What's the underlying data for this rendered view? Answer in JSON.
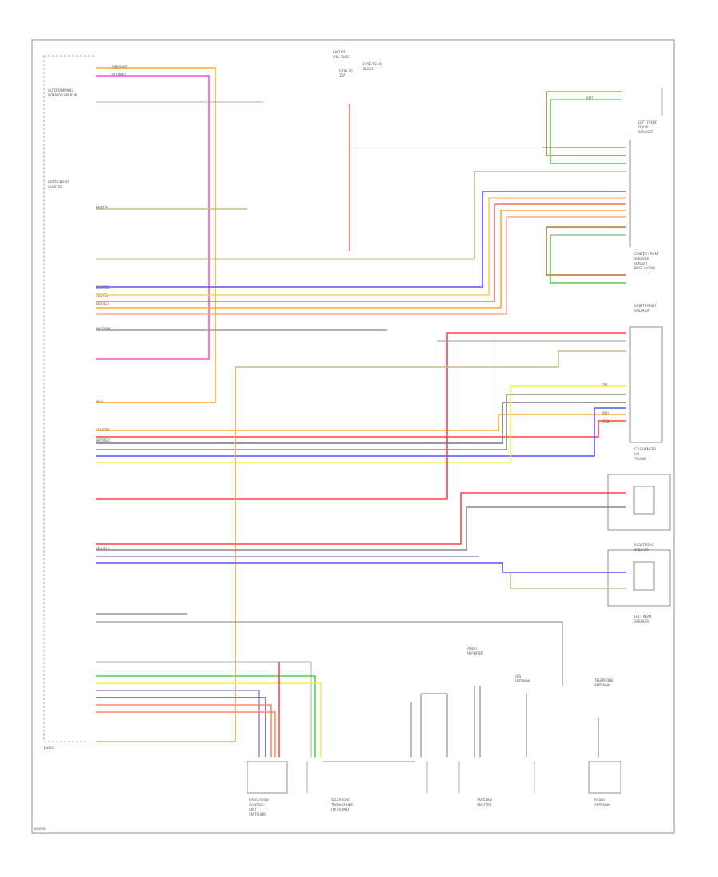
{
  "diagram": {
    "footer_code": "W06/98",
    "components": {
      "instrument_cluster": [
        "INSTRUMENT",
        "CLUSTER"
      ],
      "auto_dim_mirror": [
        "AUTO DIMMING",
        "INTERIOR MIRROR"
      ],
      "instrument_cluster_left": [
        "INSTRUMENT",
        "CLUSTER"
      ],
      "radio": "RADIO",
      "hot_at_all_times": [
        "HOT AT",
        "ALL TIMES"
      ],
      "fuse_block": [
        "FUSE/RELAY",
        "BLOCK"
      ],
      "fuse_ref": [
        "FUSE 20",
        "15A"
      ],
      "left_front_speaker": [
        "LEFT FRONT",
        "DOOR",
        "SPEAKER"
      ],
      "center_front_speaker": [
        "CENTER FRONT",
        "SPEAKER",
        "(EXCEPT",
        "BASE AUDIO)"
      ],
      "right_front_speaker": [
        "RIGHT FRONT",
        "SPEAKER"
      ],
      "cd_changer": [
        "CD CHANGER",
        "(IN",
        "TRUNK)"
      ],
      "right_rear_speaker": [
        "RIGHT REAR",
        "SPEAKER"
      ],
      "left_rear_speaker": [
        "LEFT REAR",
        "SPEAKER"
      ],
      "navigation_control": [
        "NAVIGATION",
        "CONTROL",
        "UNIT",
        "(IN TRUNK)"
      ],
      "telephone_transceiver": [
        "TELEPHONE",
        "TRANSCEIVER",
        "(IN TRUNK)"
      ],
      "antenna_splitter": [
        "ANTENNA",
        "SPLITTER"
      ],
      "radio_antenna": [
        "RADIO",
        "ANTENNA"
      ],
      "radio_amplifier": [
        "RADIO",
        "AMPLIFIER"
      ],
      "gps_antenna": [
        "GPS",
        "ANTENNA"
      ],
      "tel_antenna": [
        "TELEPHONE",
        "ANTENNA"
      ]
    },
    "wire_labels": [
      "BRN/WHT",
      "BLK/WHT",
      "GRN/YEL",
      "BLU/RED",
      "VIO/YEL",
      "RED/BLK",
      "WHT/BLK",
      "YEL/GRN",
      "GRY/RED",
      "BRN/BLU",
      "RED",
      "YEL",
      "BLU",
      "BRN",
      "ORN"
    ],
    "colors": {
      "pink": "#ff55cc",
      "orange": "#ffaa33",
      "red": "#ff4444",
      "blue": "#5555ff",
      "yellow": "#eeee55",
      "green": "#55cc55",
      "gray": "#999999",
      "brown": "#aa7744",
      "tan": "#ccbb88",
      "black": "#444444"
    }
  }
}
